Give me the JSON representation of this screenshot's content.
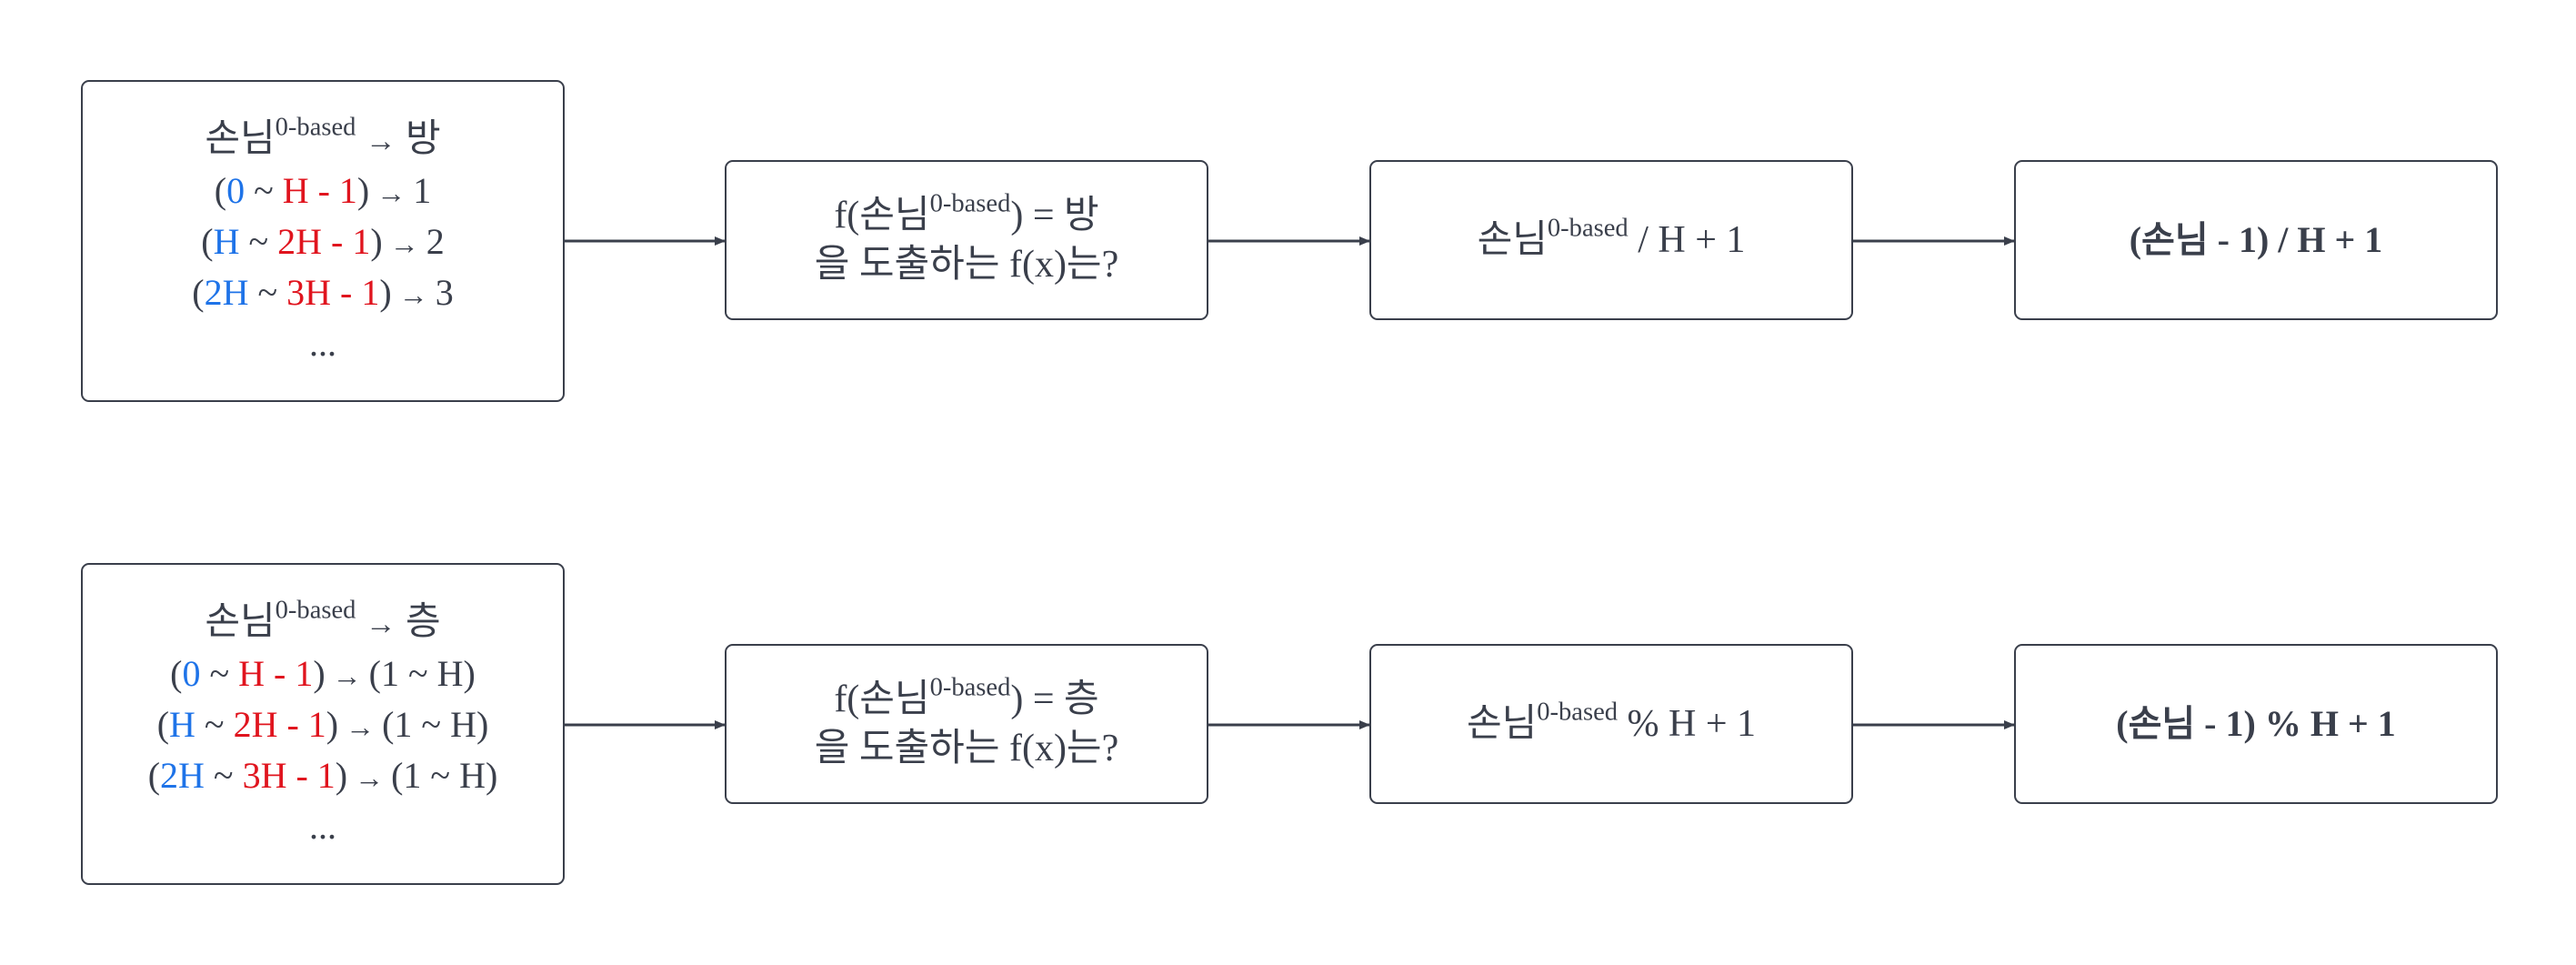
{
  "row1": {
    "source": {
      "guest": "손님",
      "sup": "0-based",
      "arrow": "→",
      "target": "방",
      "rows": [
        {
          "open": "(",
          "a": "0",
          "sep": " ~ ",
          "b": "H - 1",
          "close": ")",
          "arrow": " → ",
          "result": "1"
        },
        {
          "open": "(",
          "a": "H",
          "sep": " ~ ",
          "b": "2H - 1",
          "close": ")",
          "arrow": " → ",
          "result": "2"
        },
        {
          "open": "(",
          "a": "2H",
          "sep": " ~ ",
          "b": "3H - 1",
          "close": ")",
          "arrow": " → ",
          "result": "3"
        }
      ],
      "ellipsis": "..."
    },
    "question": {
      "pre": "f(손님",
      "sup": "0-based",
      "post": ") = 방",
      "line2": "을 도출하는 f(x)는?"
    },
    "formula": {
      "pre": "손님",
      "sup": "0-based",
      "post": " / H + 1"
    },
    "answer": "(손님 - 1) / H + 1"
  },
  "row2": {
    "source": {
      "guest": "손님",
      "sup": "0-based",
      "arrow": "→",
      "target": "층",
      "rows": [
        {
          "open": "(",
          "a": "0",
          "sep": " ~ ",
          "b": "H - 1",
          "close": ")",
          "arrow": " → ",
          "result": "(1 ~ H)"
        },
        {
          "open": "(",
          "a": "H",
          "sep": " ~ ",
          "b": "2H - 1",
          "close": ")",
          "arrow": " → ",
          "result": "(1 ~ H)"
        },
        {
          "open": "(",
          "a": "2H",
          "sep": " ~ ",
          "b": "3H - 1",
          "close": ")",
          "arrow": " → ",
          "result": "(1 ~ H)"
        }
      ],
      "ellipsis": "..."
    },
    "question": {
      "pre": "f(손님",
      "sup": "0-based",
      "post": ") = 층",
      "line2": "을 도출하는 f(x)는?"
    },
    "formula": {
      "pre": "손님",
      "sup": "0-based",
      "post": " % H + 1"
    },
    "answer": "(손님 - 1) % H + 1"
  },
  "colors": {
    "line": "#3a3f4b",
    "lower": "#1e73e8",
    "upper": "#e0141e"
  }
}
